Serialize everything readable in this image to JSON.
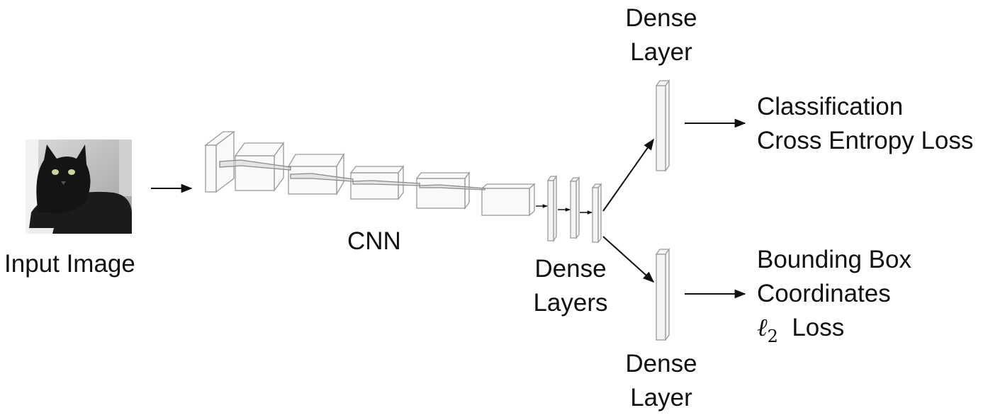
{
  "labels": {
    "input_image": "Input Image",
    "cnn": "CNN",
    "dense_layers": [
      "Dense",
      "Layers"
    ],
    "dense_layer_top": [
      "Dense",
      "Layer"
    ],
    "dense_layer_bottom": [
      "Dense",
      "Layer"
    ],
    "classification": [
      "Classification",
      "Cross Entropy Loss"
    ],
    "bbox": [
      "Bounding Box",
      "Coordinates"
    ],
    "l2_loss": {
      "symbol": "ℓ",
      "subscript": "2",
      "word": "Loss"
    }
  },
  "cnn_blocks": 5,
  "dense_stack_count": 3,
  "colors": {
    "line": "#111111",
    "block_stroke": "#9a9a9a",
    "block_face": "#f4f4f4",
    "arrow": "#111111"
  }
}
